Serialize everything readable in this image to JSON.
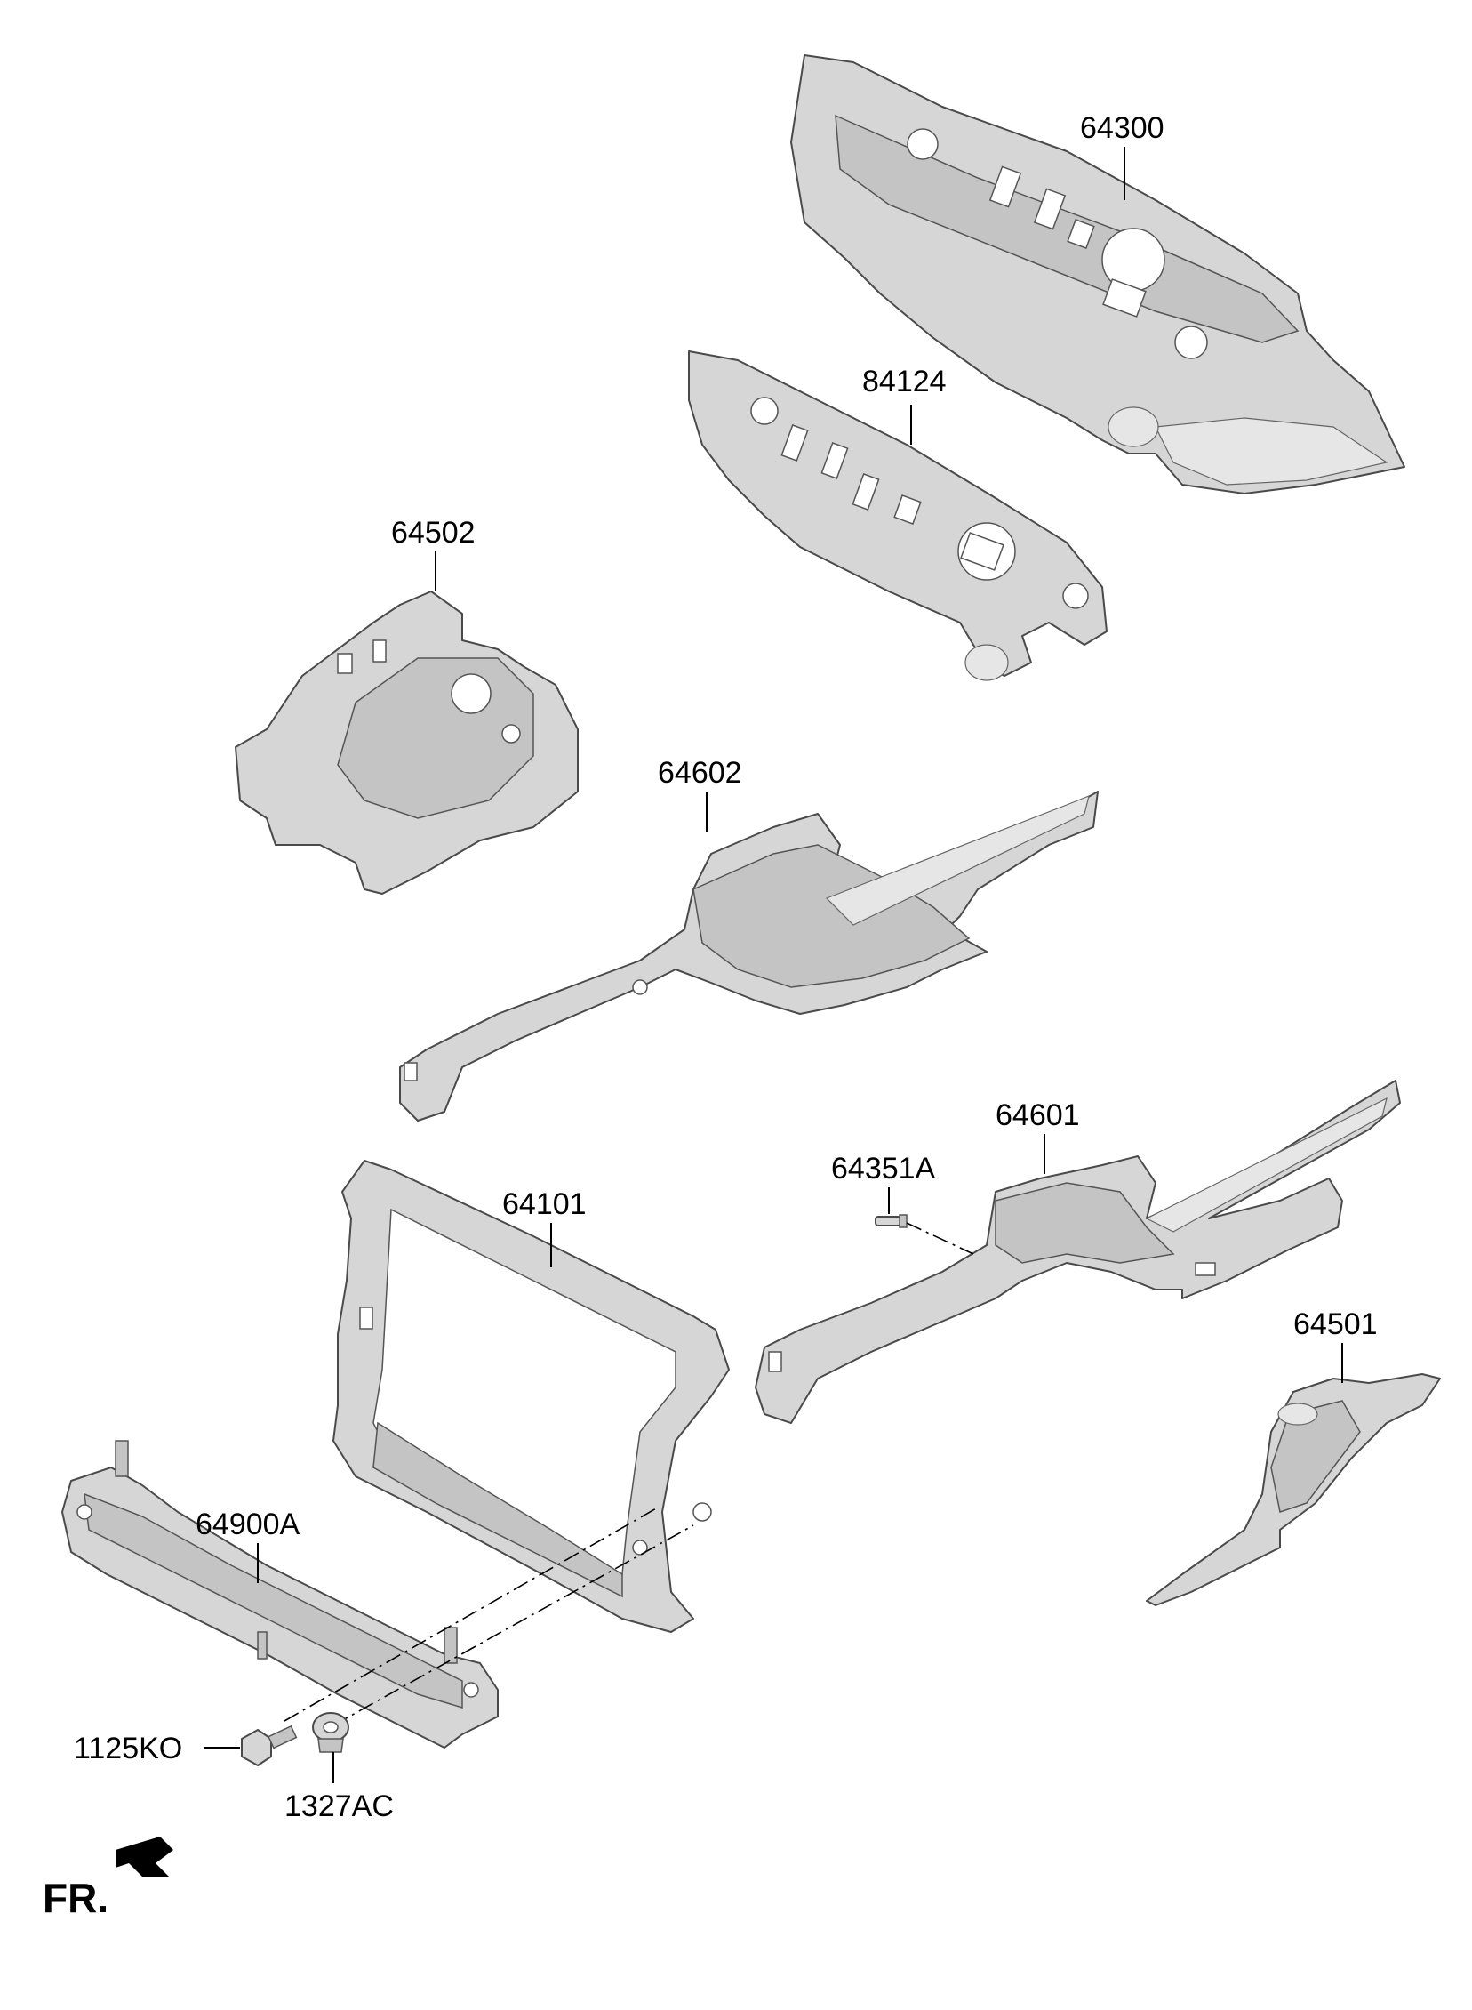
{
  "parts": {
    "p64300": "64300",
    "p84124": "84124",
    "p64502": "64502",
    "p64602": "64602",
    "p64601": "64601",
    "p64351A": "64351A",
    "p64101": "64101",
    "p64501": "64501",
    "p64900A": "64900A",
    "p1125KO": "1125KO",
    "p1327AC": "1327AC"
  },
  "direction": {
    "label": "FR."
  }
}
